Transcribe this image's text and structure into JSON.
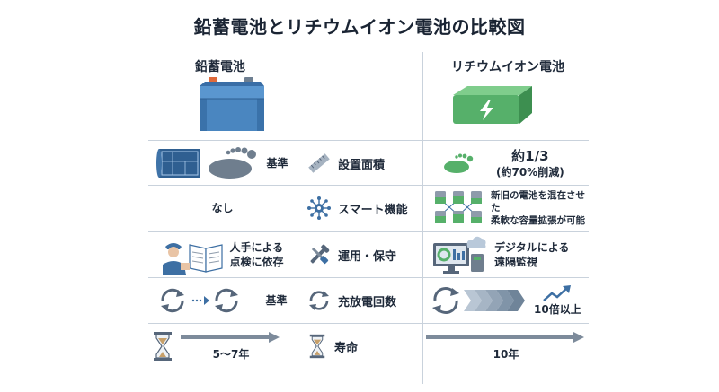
{
  "title": "鉛蓄電池とリチウムイオン電池の比較図",
  "columns": {
    "left": "鉛蓄電池",
    "right": "リチウムイオン電池"
  },
  "rows": [
    {
      "metric": "設置面積",
      "lead": "基準",
      "lithium_main": "約1/3",
      "lithium_sub": "(約70%削減)"
    },
    {
      "metric": "スマート機能",
      "lead": "なし",
      "lithium_line1": "新旧の電池を混在させた",
      "lithium_line2": "柔軟な容量拡張が可能"
    },
    {
      "metric": "運用・保守",
      "lead_line1": "人手による",
      "lead_line2": "点検に依存",
      "lithium_line1": "デジタルによる",
      "lithium_line2": "遠隔監視"
    },
    {
      "metric": "充放電回数",
      "lead": "基準",
      "lithium": "10倍以上"
    },
    {
      "metric": "寿命",
      "lead": "5～7年",
      "lithium": "10年"
    }
  ],
  "colors": {
    "lead_battery": "#4a86c0",
    "lithium_battery": "#56b06a",
    "accent_blue": "#3d6fa3",
    "grid": "#c9d2dc"
  }
}
